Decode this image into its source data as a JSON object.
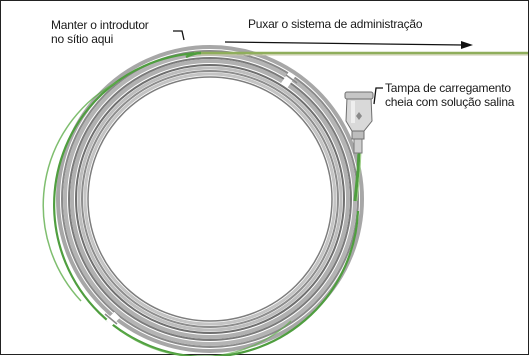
{
  "labels": {
    "hold_introducer": "Manter o introdutor\nno sítio aqui",
    "pull_system": "Puxar o sistema de administração",
    "loading_cap": "Tampa de carregamento\ncheia com solução salina"
  },
  "colors": {
    "frame": "#222222",
    "coil_grey": "#a7a7a7",
    "coil_dark": "#6f6f6f",
    "coil_green": "#4f9e3f",
    "arrow": "#111111",
    "cap_body": "#d9d9d9"
  }
}
